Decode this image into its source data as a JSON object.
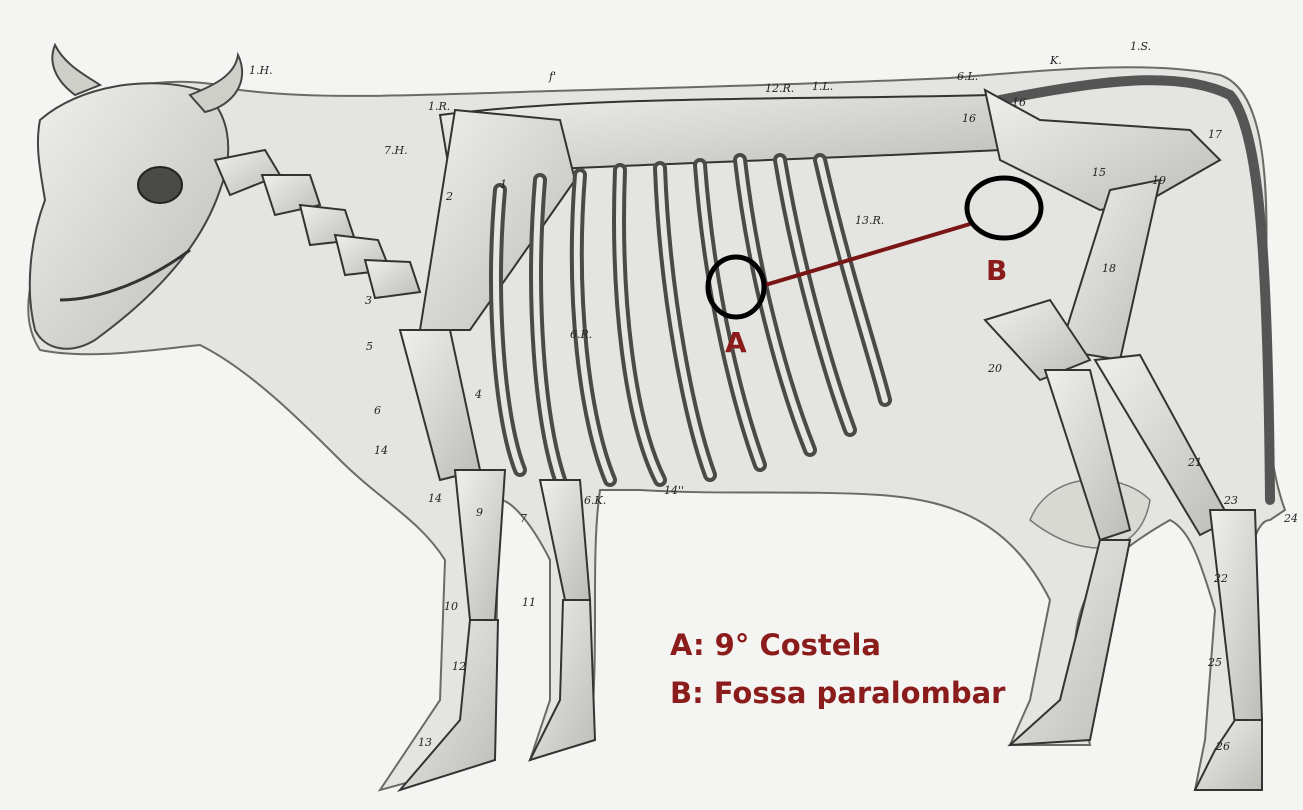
{
  "figure": {
    "markers": {
      "a_letter": "A",
      "b_letter": "B"
    },
    "legend": {
      "line_a": "A: 9° Costela",
      "line_b": "B: Fossa paralombar"
    },
    "accent_color": "#8b1c1c",
    "bone_labels": {
      "l_1h": "1.H.",
      "l_7h": "7.H.",
      "l_1r": "1.R.",
      "l_f": "f'",
      "l_12r": "12.R.",
      "l_1l": "1.L.",
      "l_6l": "6.L.",
      "l_k": "K.",
      "l_1s": "1.S.",
      "l_1": "1",
      "l_2": "2",
      "l_3": "3",
      "l_5": "5",
      "l_6": "6",
      "l_4": "4",
      "l_14a": "14",
      "l_14b": "14",
      "l_9": "9",
      "l_7": "7",
      "l_6r": "6.R.",
      "l_6k": "6.K.",
      "l_14c": "14''",
      "l_13r": "13.R.",
      "l_10": "10",
      "l_11": "11",
      "l_12": "12",
      "l_13": "13",
      "l_16a": "16",
      "l_16b": "16",
      "l_17": "17",
      "l_15": "15",
      "l_19": "19",
      "l_18": "18",
      "l_20": "20",
      "l_21": "21",
      "l_23": "23",
      "l_22": "22",
      "l_24": "24",
      "l_25": "25",
      "l_26": "26"
    }
  }
}
